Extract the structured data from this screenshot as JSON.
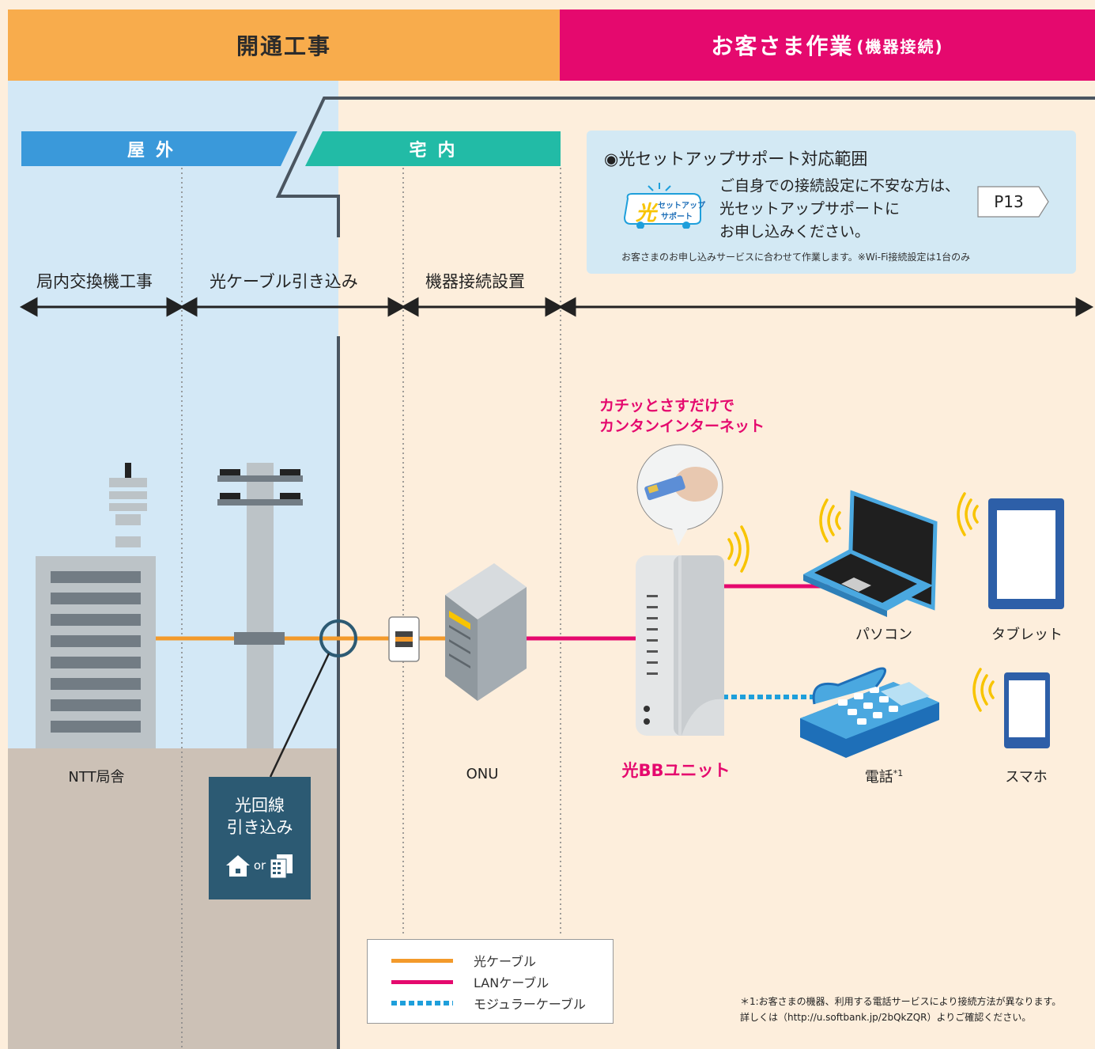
{
  "header": {
    "left_title": "開通工事",
    "right_title": "お客さま作業",
    "right_sub": "(機器接続)"
  },
  "zones": {
    "outdoor": "屋外",
    "indoor": "宅内"
  },
  "stages": [
    "局内交換機工事",
    "光ケーブル引き込み",
    "機器接続設置"
  ],
  "support": {
    "title": "◉光セットアップサポート対応範囲",
    "body_lines": [
      "ご自身での接続設定に不安な方は、",
      "光セットアップサポートに",
      "お申し込みください。"
    ],
    "page_ref": "P13",
    "note": "お客さまのお申し込みサービスに合わせて作業します。※Wi-Fi接続設定は1台のみ",
    "logo_big": "光",
    "logo_small_1": "セットアップ",
    "logo_small_2": "サポート"
  },
  "callout": {
    "line1": "カチッとさすだけで",
    "line2": "カンタンインターネット"
  },
  "devices": {
    "ntt": "NTT局舎",
    "onu": "ONU",
    "unit": "光BBユニット",
    "pc": "パソコン",
    "tablet": "タブレット",
    "phone": "電話",
    "phone_mark": "*1",
    "smartphone": "スマホ"
  },
  "line_box": {
    "line1": "光回線",
    "line2": "引き込み",
    "or": "or"
  },
  "legend": [
    "光ケーブル",
    "LANケーブル",
    "モジュラーケーブル"
  ],
  "footnote": {
    "line1": "＊1:お客さまの機器、利用する電話サービスにより接続方法が異なります。",
    "line2": "詳しくは（http://u.softbank.jp/2bQkZQR）よりご確認ください。"
  },
  "colors": {
    "fiber": "#F39A2B",
    "lan": "#E5096E",
    "modular": "#1E9FDB",
    "outdoor_band": "#3A99DA",
    "indoor_band": "#22BBA6",
    "header_left": "#F8AC4C",
    "header_right": "#E5096E"
  }
}
